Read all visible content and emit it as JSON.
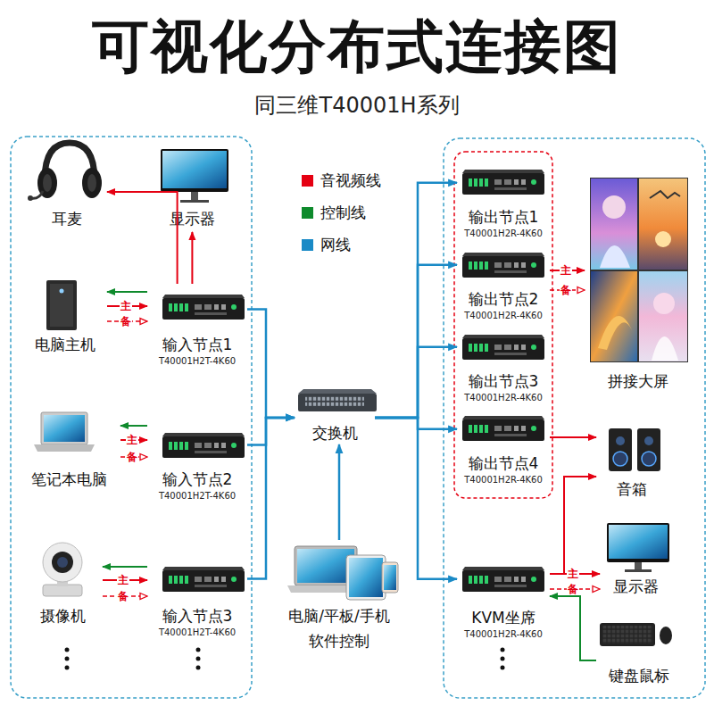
{
  "diagram": {
    "title": "可视化分布式连接图",
    "caption": "同三维T40001H系列",
    "nodes": [
      {
        "text": [
          "耳麦"
        ]
      },
      {
        "text": [
          "显示器"
        ]
      },
      {
        "text": [
          "电脑主机"
        ]
      },
      {
        "text": [
          "输入节点1",
          "T40001H2T-4K60"
        ]
      },
      {
        "text": [
          "笔记本电脑"
        ]
      },
      {
        "text": [
          "输入节点2",
          "T40001H2T-4K60"
        ]
      },
      {
        "text": [
          "摄像机"
        ]
      },
      {
        "text": [
          "输入节点3",
          "T40001H2T-4K60"
        ]
      },
      {
        "text": [
          "交换机"
        ]
      },
      {
        "text": [
          "电脑/平板/手机 软件控制"
        ]
      },
      {
        "text": [
          "输出节点1",
          "T40001H2R-4K60"
        ]
      },
      {
        "text": [
          "输出节点2",
          "T40001H2R-4K60"
        ]
      },
      {
        "text": [
          "输出节点3",
          "T40001H2R-4K60"
        ]
      },
      {
        "text": [
          "输出节点4",
          "T40001H2R-4K60"
        ]
      },
      {
        "text": [
          "拼接大屏"
        ]
      },
      {
        "text": [
          "音箱"
        ]
      },
      {
        "text": [
          "KVM坐席",
          "T40001H2R-4K60"
        ]
      },
      {
        "text": [
          "显示器"
        ]
      },
      {
        "text": [
          "键盘鼠标"
        ]
      }
    ],
    "edges": [
      {
        "from": 3,
        "to": 0,
        "arrow": "to"
      },
      {
        "from": 3,
        "to": 1,
        "arrow": "to"
      },
      {
        "from": 3,
        "to": 2,
        "arrow": "to"
      },
      {
        "from": 2,
        "to": 3,
        "label": "主",
        "arrow": "to"
      },
      {
        "from": 2,
        "to": 3,
        "label": "备",
        "arrow": "to"
      },
      {
        "from": 5,
        "to": 4,
        "arrow": "to"
      },
      {
        "from": 4,
        "to": 5,
        "label": "主",
        "arrow": "to"
      },
      {
        "from": 4,
        "to": 5,
        "label": "备",
        "arrow": "to"
      },
      {
        "from": 7,
        "to": 6,
        "arrow": "to"
      },
      {
        "from": 6,
        "to": 7,
        "label": "主",
        "arrow": "to"
      },
      {
        "from": 6,
        "to": 7,
        "label": "备",
        "arrow": "to"
      },
      {
        "from": 3,
        "to": 8,
        "arrow": "to"
      },
      {
        "from": 5,
        "to": 8,
        "arrow": "to"
      },
      {
        "from": 7,
        "to": 8,
        "arrow": "to"
      },
      {
        "from": 9,
        "to": 8,
        "arrow": "to"
      },
      {
        "from": 8,
        "to": 10,
        "arrow": "to"
      },
      {
        "from": 8,
        "to": 11,
        "arrow": "to"
      },
      {
        "from": 8,
        "to": 12,
        "arrow": "to"
      },
      {
        "from": 8,
        "to": 13,
        "arrow": "to"
      },
      {
        "from": 8,
        "to": 16,
        "arrow": "to"
      },
      {
        "from": 11,
        "to": 14,
        "label": "主",
        "arrow": "to"
      },
      {
        "from": 11,
        "to": 14,
        "label": "备",
        "arrow": "to"
      },
      {
        "from": 13,
        "to": 15,
        "arrow": "to"
      },
      {
        "from": 16,
        "to": 15,
        "arrow": "to"
      },
      {
        "from": 16,
        "to": 17,
        "label": "主",
        "arrow": "to"
      },
      {
        "from": 16,
        "to": 17,
        "label": "备",
        "arrow": "to"
      },
      {
        "from": 18,
        "to": 16,
        "arrow": "to"
      }
    ],
    "legend": [
      {
        "text": "音视频线",
        "color": "#e50012"
      },
      {
        "text": "控制线",
        "color": "#0e8a2c"
      },
      {
        "text": "网线",
        "color": "#1a8ac6"
      }
    ]
  }
}
